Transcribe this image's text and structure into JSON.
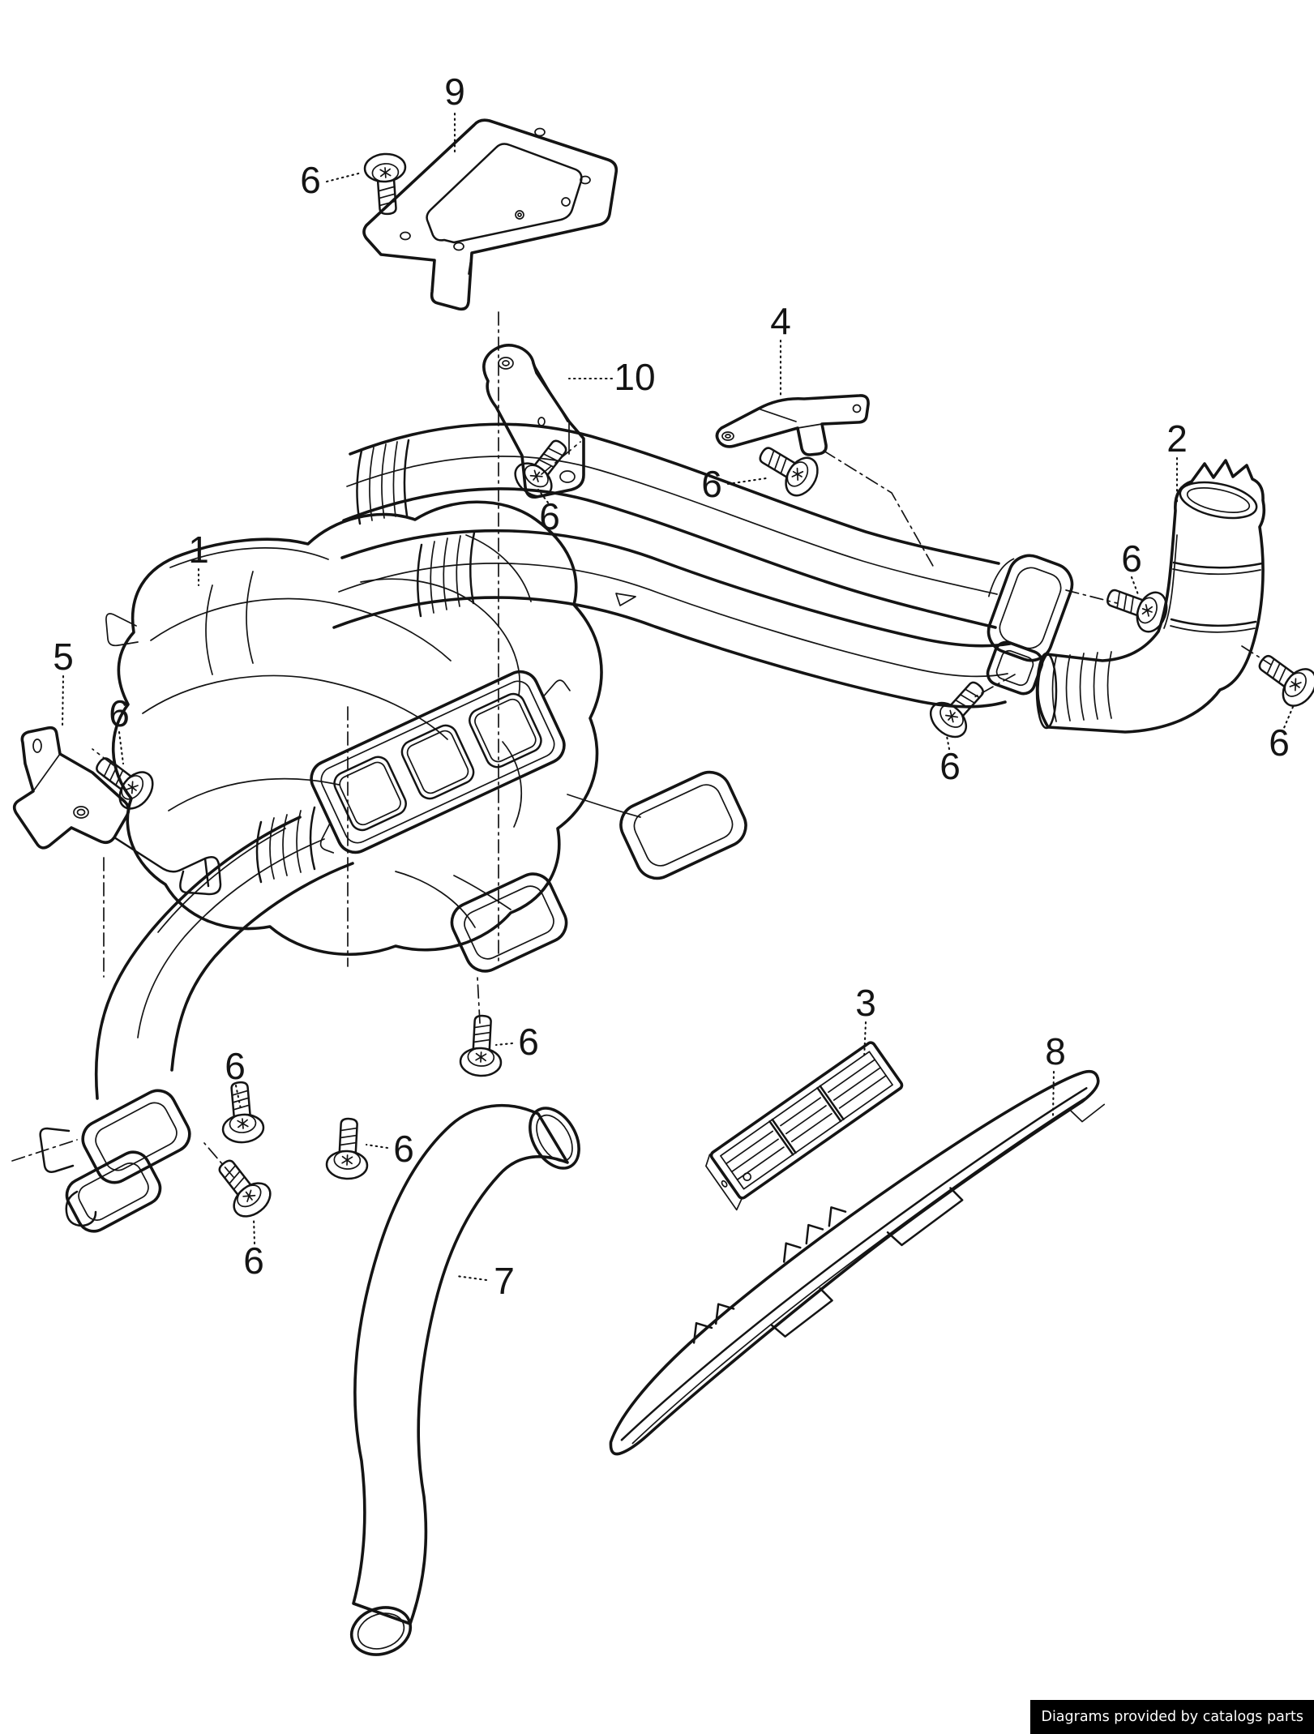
{
  "theme": {
    "ink": "#141414",
    "paper": "#ffffff",
    "footer_bg": "#000000",
    "footer_fg": "#ffffff"
  },
  "figure": {
    "type": "exploded-parts-diagram",
    "subject": "interior ventilation air ducts and defroster vents",
    "part_numbers_visible": [
      "1",
      "2",
      "3",
      "4",
      "5",
      "6",
      "7",
      "8",
      "9",
      "10"
    ],
    "callouts": [
      {
        "text": "1"
      },
      {
        "text": "2"
      },
      {
        "text": "3"
      },
      {
        "text": "4"
      },
      {
        "text": "5"
      },
      {
        "text": "7"
      },
      {
        "text": "8"
      },
      {
        "text": "9"
      },
      {
        "text": "10"
      },
      {
        "text": "6"
      },
      {
        "text": "6"
      },
      {
        "text": "6"
      },
      {
        "text": "6"
      },
      {
        "text": "6"
      },
      {
        "text": "6"
      },
      {
        "text": "6"
      },
      {
        "text": "6"
      },
      {
        "text": "6"
      },
      {
        "text": "6"
      },
      {
        "text": "6"
      }
    ]
  },
  "footer": {
    "text": "Diagrams provided by catalogs parts"
  }
}
